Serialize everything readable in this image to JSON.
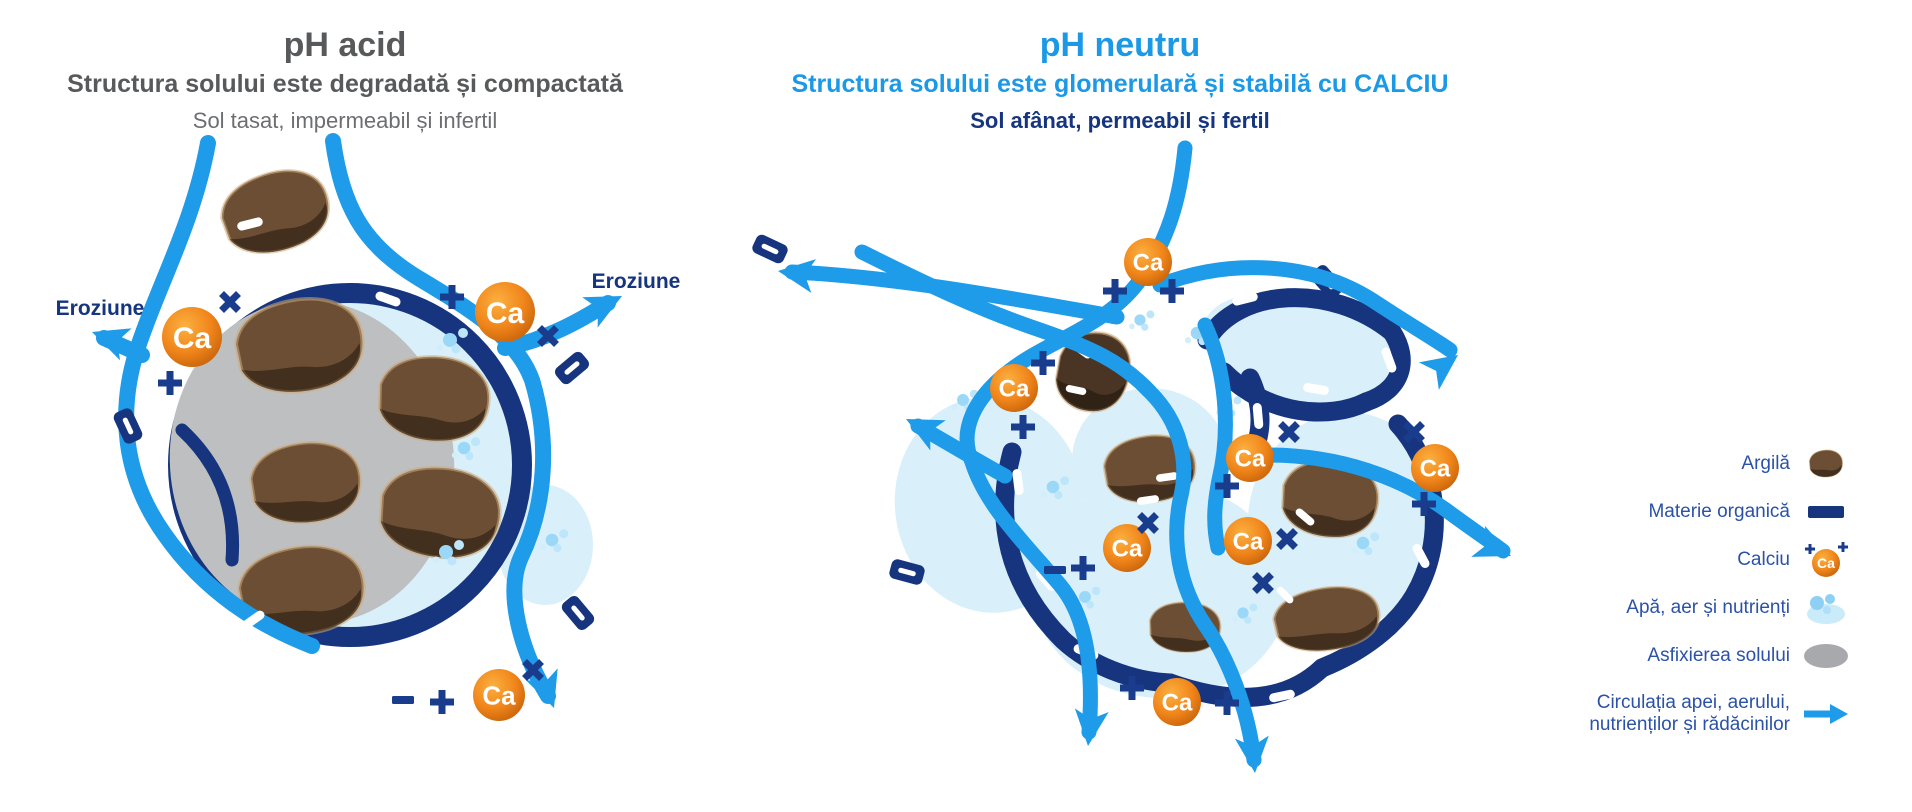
{
  "ca_symbol": "Ca",
  "left_panel": {
    "title": "pH acid",
    "subtitle": "Structura solului este degradată și compactată",
    "description": "Sol tasat, impermeabil și infertil",
    "erosion_left": "Eroziune",
    "erosion_right": "Eroziune"
  },
  "right_panel": {
    "title": "pH neutru",
    "subtitle": "Structura solului este glomerulară și stabilă cu CALCIU",
    "description": "Sol afânat, permeabil și fertil"
  },
  "legend": {
    "items": [
      {
        "label": "Argilă",
        "icon": "clay-icon"
      },
      {
        "label": "Materie organică",
        "icon": "organic-matter-icon"
      },
      {
        "label": "Calciu",
        "icon": "calcium-icon"
      },
      {
        "label": "Apă, aer și nutrienți",
        "icon": "water-air-nutrients-icon"
      },
      {
        "label": "Asfixierea solului",
        "icon": "soil-asphyxia-icon"
      },
      {
        "label_line1": "Circulația apei, aerului,",
        "label_line2": "nutrienților și rădăcinilor",
        "icon": "circulation-arrow-icon"
      }
    ]
  },
  "colors": {
    "bright_blue": "#1E9BE9",
    "navy": "#16357E",
    "marks_navy": "#1A3C8C",
    "legend_text": "#2B52A8",
    "title_gray": "#58595B",
    "description_gray": "#6D6E71",
    "calcium_orange": "#F1861B",
    "clay_brown": "#6B4E33",
    "dark_clay_brown": "#4A3525",
    "asphyxia_gray": "#BDBFC1",
    "pale_water_blue": "#D9F0FB",
    "bubble_blue": "#9BD8F7"
  }
}
